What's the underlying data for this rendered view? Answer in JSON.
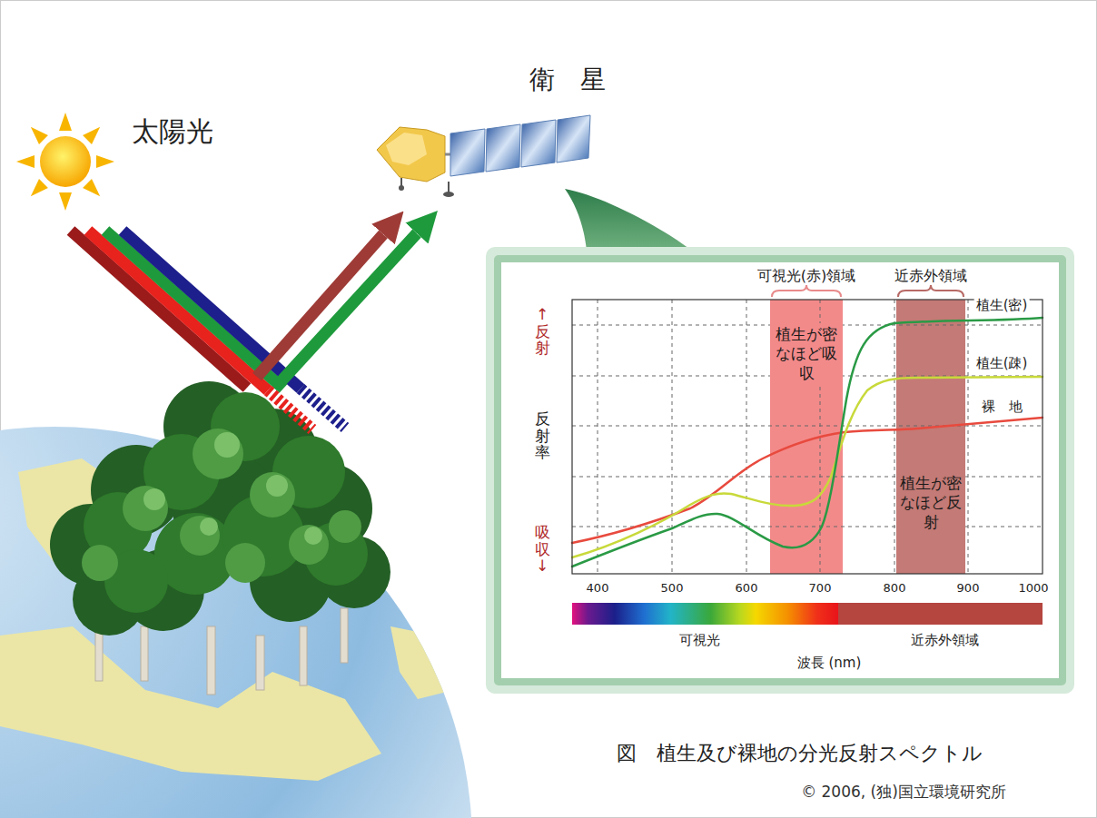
{
  "diagram": {
    "caption": "図　植生及び裸地の分光反射スペクトル",
    "nodes": [
      {
        "text": [
          "可視光(赤)領域",
          "植生が密なほど吸収"
        ]
      },
      {
        "text": [
          "近赤外領域",
          "植生が密なほど反射"
        ]
      }
    ],
    "labels": [
      "太陽光",
      "衛　星",
      "↑反射",
      "反射率",
      "吸収↓",
      "植生(密)",
      "植生(疎)",
      "裸　地",
      "400",
      "500",
      "600",
      "700",
      "800",
      "900",
      "1000",
      "可視光",
      "近赤外領域",
      "波長 (nm)",
      "© 2006, (独)国立環境研究所"
    ]
  }
}
